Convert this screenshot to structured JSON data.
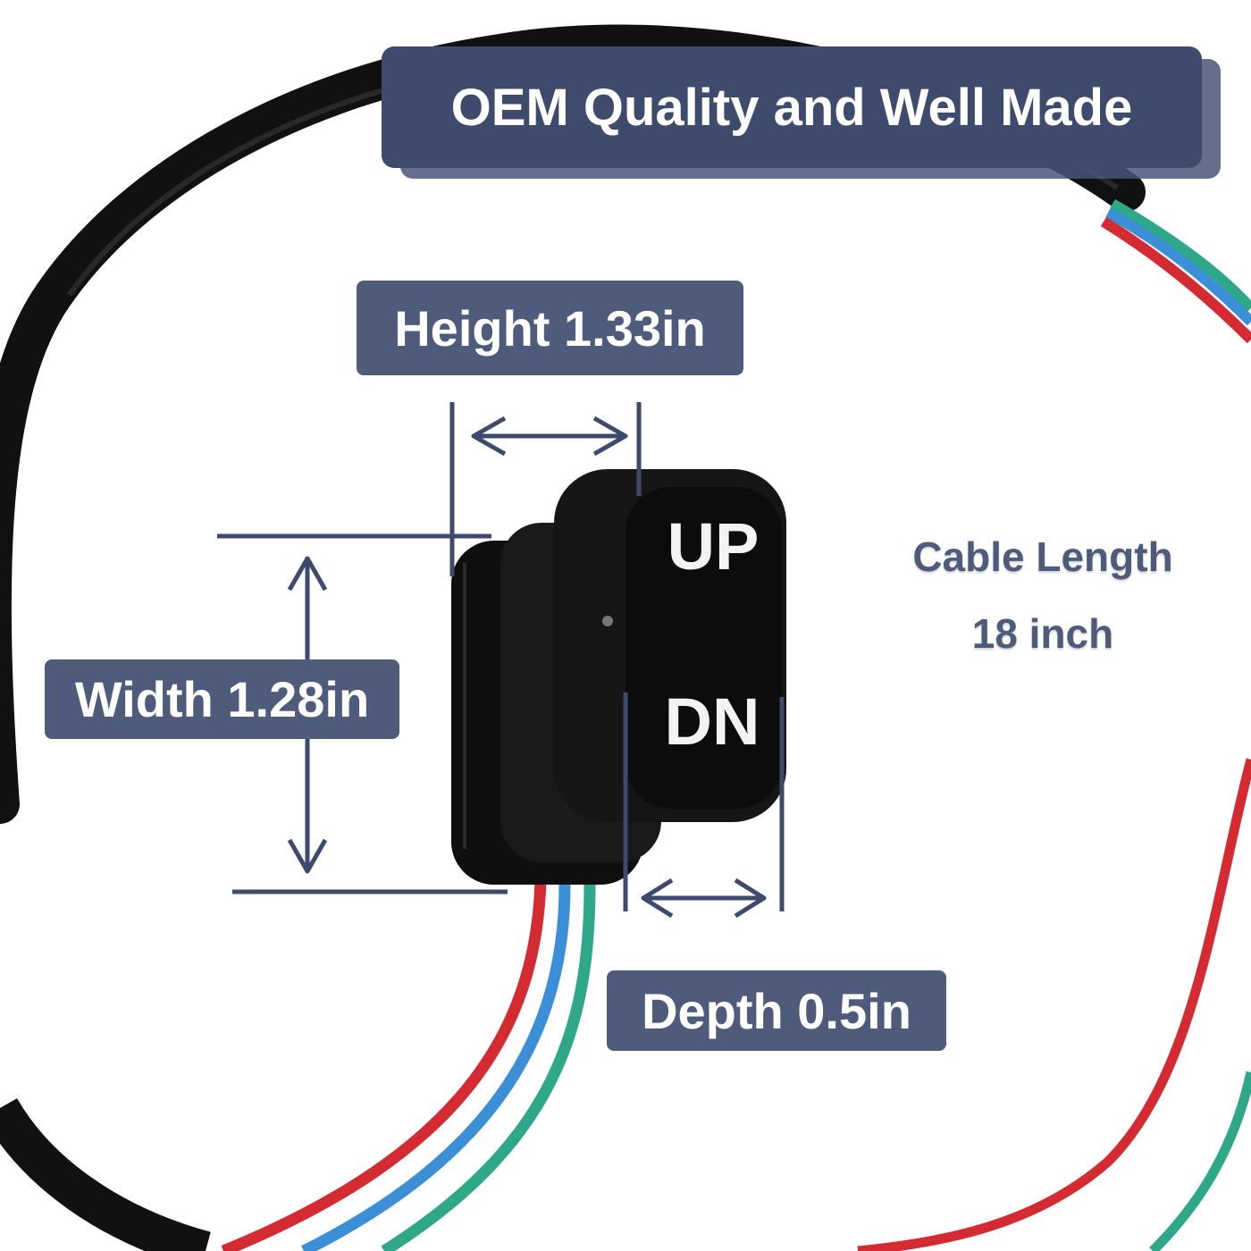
{
  "banner": {
    "text": "OEM Quality and Well Made"
  },
  "dimensions": {
    "height": "Height 1.33in",
    "width": "Width 1.28in",
    "depth": "Depth 0.5in"
  },
  "cable": {
    "title": "Cable Length",
    "value": "18 inch"
  },
  "switch": {
    "up": "UP",
    "down": "DN"
  },
  "colors": {
    "label_bg": "#4f5b7a",
    "banner_bg": "#3f4b6d",
    "cable_black": "#141414",
    "wire_red": "#d42a32",
    "wire_blue": "#3b8fd6",
    "wire_green": "#2fa88a"
  }
}
